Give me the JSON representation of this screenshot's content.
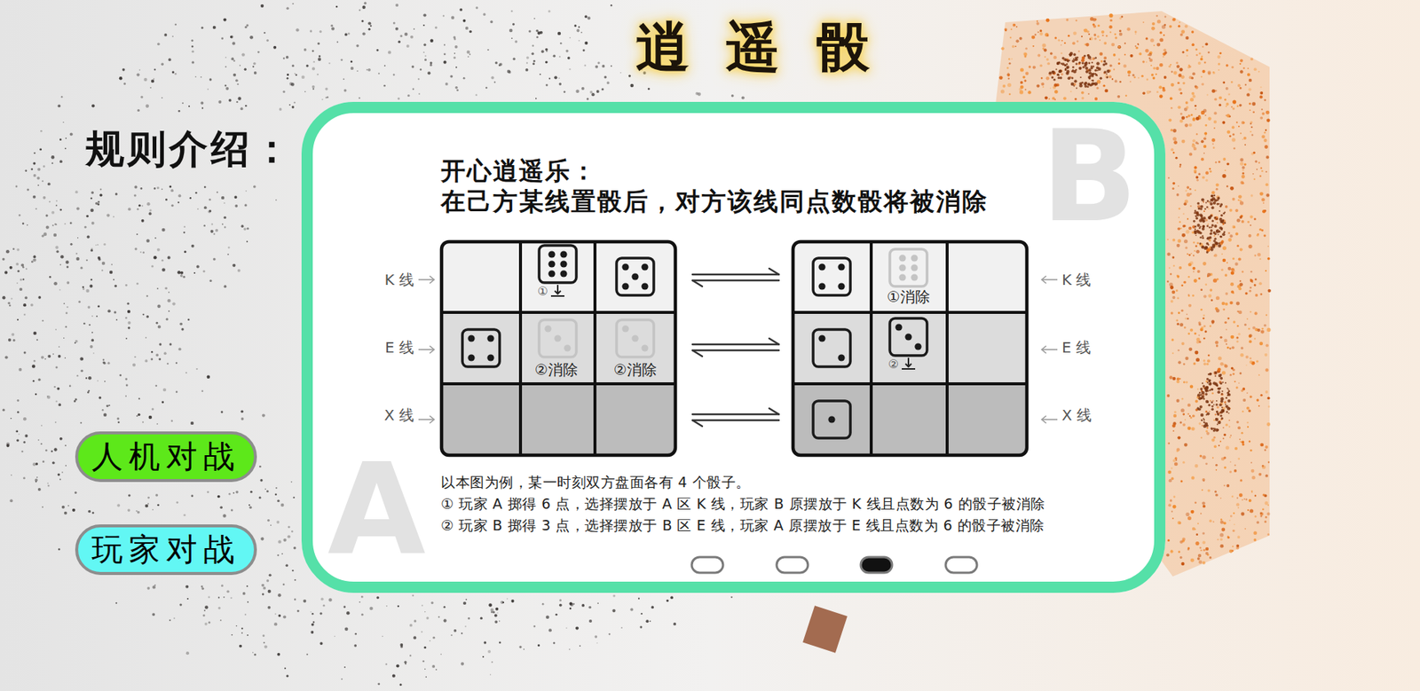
{
  "diagram": {
    "title": "逍 遥 骰",
    "nodes": [
      {
        "text": [
          "开心逍遥乐：",
          "在己方某线置骰后，对方该线同点数骰将被消除",
          "以本图为例，某一时刻双方盘面各有 4 个骰子。",
          "① 玩家 A 掷得 6 点，选择摆放于 A 区 K 线，玩家 B 原摆放于 K 线且点数为 6 的骰子被消除",
          "② 玩家 B 掷得 3 点，选择摆放于 B 区 E 线，玩家 A 原摆放于 E 线且点数为 6 的骰子被消除"
        ]
      },
      {
        "text": [
          "人机对战"
        ]
      },
      {
        "text": [
          "玩家对战"
        ]
      }
    ],
    "labels": [
      "规则介绍：",
      "K 线",
      "E 线",
      "X 线",
      "K 线",
      "E 线",
      "X 线",
      "①",
      "②消除",
      "②消除",
      "①消除",
      "②",
      "A",
      "B"
    ]
  }
}
